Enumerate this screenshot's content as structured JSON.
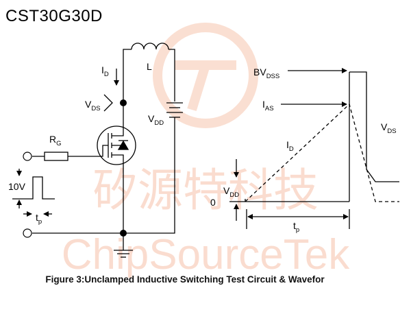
{
  "part_number": "CST30G30D",
  "caption": "Figure 3:Unclamped Inductive Switching Test Circuit & Wavefor",
  "watermark": {
    "cn_text": "矽源特科技",
    "en_text": "ChipSourceTek",
    "color": "#f6c0a8"
  },
  "circuit": {
    "id": {
      "main": "I",
      "sub": "D"
    },
    "inductor": "L",
    "vds": {
      "main": "V",
      "sub": "DS"
    },
    "vdd": {
      "main": "V",
      "sub": "DD"
    },
    "rg": {
      "main": "R",
      "sub": "G"
    },
    "pulse_amplitude": "10V",
    "tp": {
      "main": "t",
      "sub": "p"
    }
  },
  "waveform": {
    "bvdss": {
      "main": "BV",
      "sub": "DSS"
    },
    "ias": {
      "main": "I",
      "sub": "AS"
    },
    "vds": {
      "main": "V",
      "sub": "DS"
    },
    "id": {
      "main": "I",
      "sub": "D"
    },
    "vdd": {
      "main": "V",
      "sub": "DD"
    },
    "zero": "0",
    "tp": {
      "main": "t",
      "sub": "p"
    }
  }
}
